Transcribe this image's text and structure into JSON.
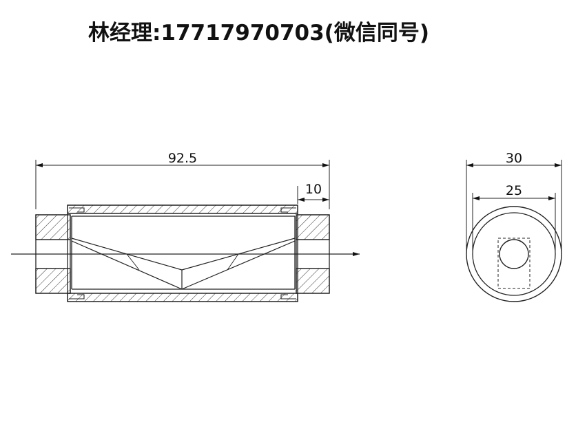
{
  "header": {
    "contact": "林经理:17717970703(微信同号)"
  },
  "dimensions": {
    "overall_length": "92.5",
    "end_length": "10",
    "outer_diameter": "30",
    "inner_diameter": "25"
  }
}
